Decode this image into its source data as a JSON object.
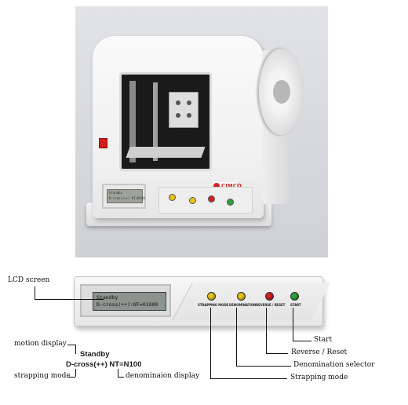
{
  "photo": {
    "brand": "CIMCO",
    "lcd_lines": [
      "Standby",
      "D-cross(++) NT=N100"
    ]
  },
  "panel": {
    "lcd_line1": "Standby",
    "lcd_line2": "D-cross(++):NT=01000",
    "buttons": [
      {
        "label": "STRAPPING MODE",
        "color": "#e8c21a"
      },
      {
        "label": "DENOMINATION",
        "color": "#e8c21a"
      },
      {
        "label": "REVERSE / RESET",
        "color": "#d32020"
      },
      {
        "label": "START",
        "color": "#2f9e3c"
      }
    ]
  },
  "labels": {
    "lcd_screen": "LCD screen",
    "start": "Start",
    "reverse_reset": "Reverse / Reset",
    "denomination_selector": "Denomination selector",
    "strapping_mode": "Strapping mode",
    "motion_display": "motion display",
    "strapping_mode_small": "strapping mode",
    "denomination_display": "denominaion display"
  },
  "display_example": {
    "line1": "Standby",
    "line2": "D-cross(++)  NT=N100"
  }
}
